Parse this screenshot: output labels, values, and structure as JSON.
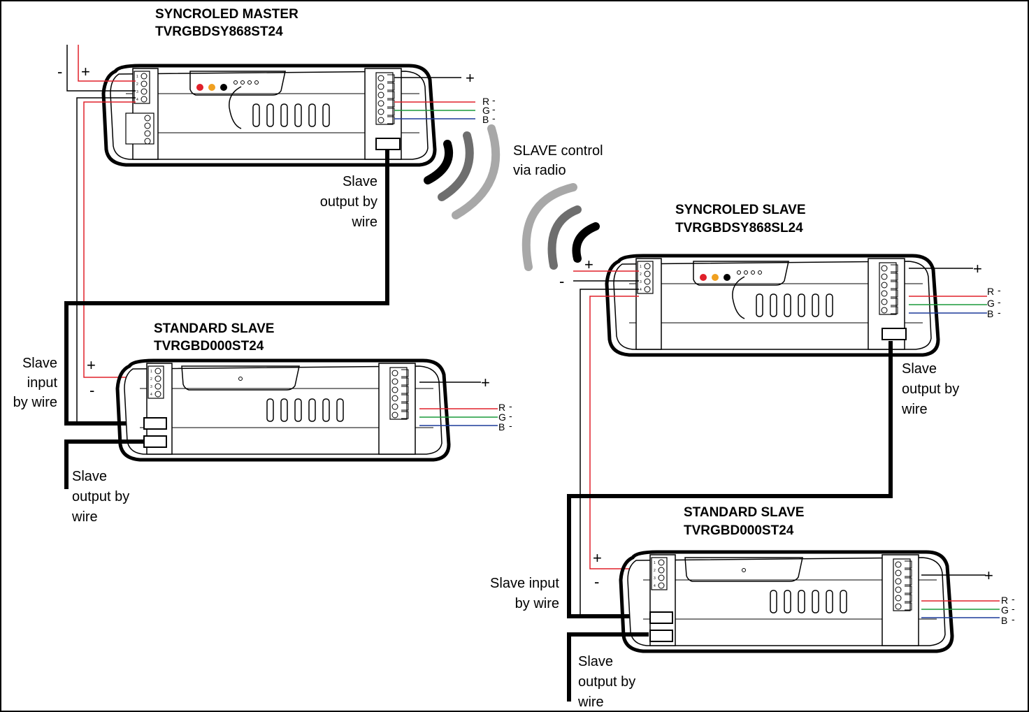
{
  "master": {
    "title_line1": "SYNCROLED MASTER",
    "title_line2": "TVRGBDSY868ST24",
    "slave_output_label": [
      "Slave",
      "output by",
      "wire"
    ]
  },
  "radio": {
    "label": [
      "SLAVE control",
      "via radio"
    ]
  },
  "syncro_slave": {
    "title_line1": "SYNCROLED SLAVE",
    "title_line2": "TVRGBDSY868SL24",
    "slave_output_label": [
      "Slave",
      "output by",
      "wire"
    ]
  },
  "standard_slave_left": {
    "title_line1": "STANDARD SLAVE",
    "title_line2": "TVRGBD000ST24",
    "slave_input_label": [
      "Slave",
      "input",
      "by wire"
    ],
    "slave_output_label": [
      "Slave",
      "output by",
      "wire"
    ]
  },
  "standard_slave_right": {
    "title_line1": "STANDARD SLAVE",
    "title_line2": "TVRGBD000ST24",
    "slave_input_label": [
      "Slave input",
      "by wire"
    ],
    "slave_output_label": [
      "Slave",
      "output by",
      "wire"
    ]
  },
  "terminals": {
    "plus": "+",
    "minus": "-",
    "red": "R",
    "green": "G",
    "blue": "B"
  },
  "wire_colors": {
    "red": "#e0202a",
    "green": "#1a9a3a",
    "blue": "#1c3a9a",
    "black": "#000000",
    "radio_dark": "#000000",
    "radio_mid": "#6e6e6e",
    "radio_light": "#a8a8a8"
  },
  "led_colors": [
    "#e0202a",
    "#f0a020",
    "#000000"
  ]
}
